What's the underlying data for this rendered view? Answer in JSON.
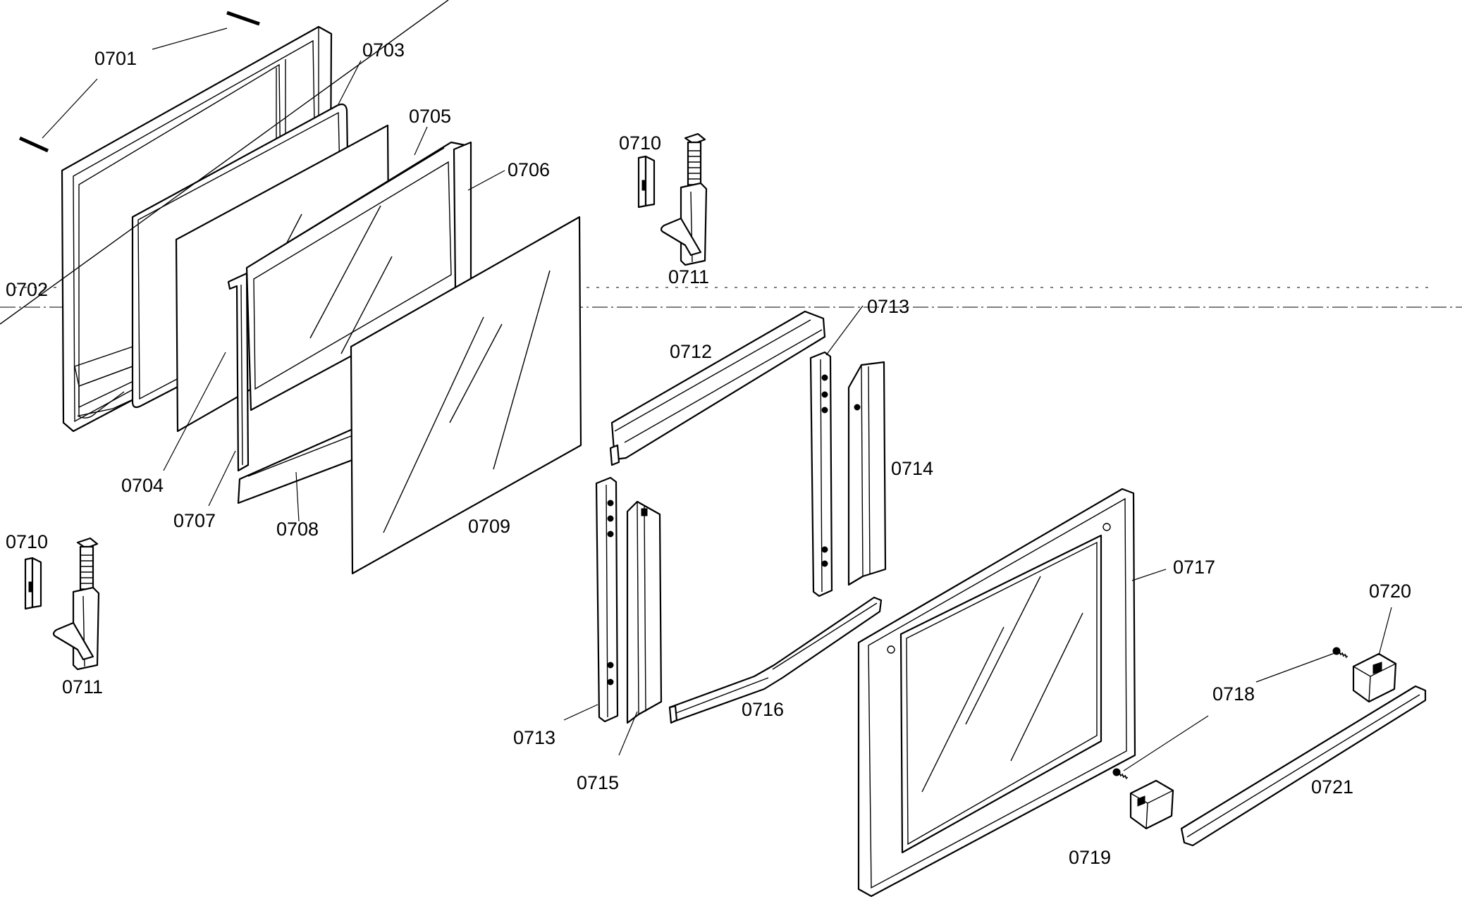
{
  "labels": {
    "p0701": "0701",
    "p0702": "0702",
    "p0703": "0703",
    "p0704": "0704",
    "p0705": "0705",
    "p0706": "0706",
    "p0707": "0707",
    "p0708": "0708",
    "p0709": "0709",
    "p0710_top": "0710",
    "p0711_top": "0711",
    "p0710_bottom": "0710",
    "p0711_bottom": "0711",
    "p0712": "0712",
    "p0713_top": "0713",
    "p0713_bottom": "0713",
    "p0714": "0714",
    "p0715": "0715",
    "p0716": "0716",
    "p0717": "0717",
    "p0718": "0718",
    "p0719": "0719",
    "p0720": "0720",
    "p0721": "0721"
  }
}
